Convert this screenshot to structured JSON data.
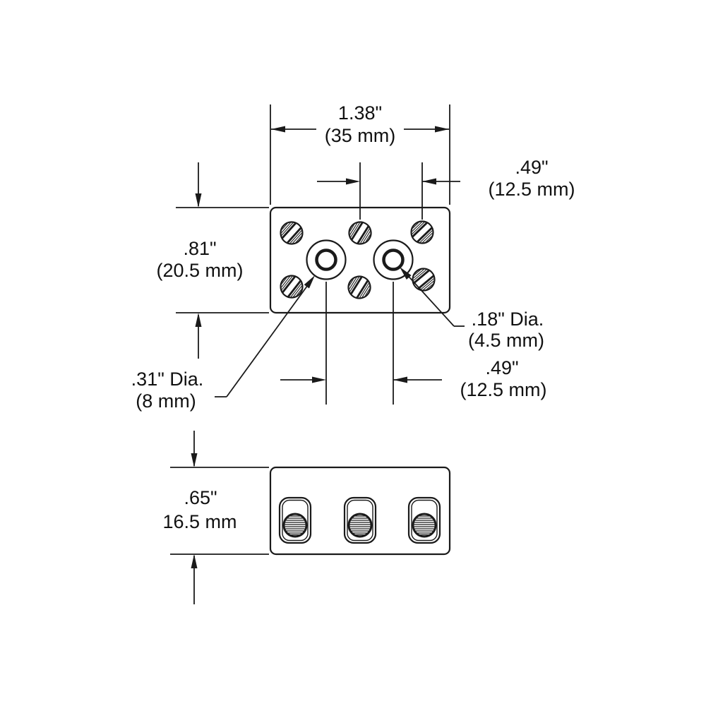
{
  "dimensions": {
    "width": {
      "inches": "1.38\"",
      "metric": "(35 mm)"
    },
    "screw_pitch_top": {
      "inches": ".49\"",
      "metric": "(12.5 mm)"
    },
    "height_top_view": {
      "inches": ".81\"",
      "metric": "(20.5 mm)"
    },
    "small_hole_dia": {
      "inches": ".18\" Dia.",
      "metric": "(4.5 mm)"
    },
    "large_hole_dia": {
      "inches": ".31\" Dia.",
      "metric": "(8 mm)"
    },
    "hole_pitch": {
      "inches": ".49\"",
      "metric": "(12.5 mm)"
    },
    "height_front_view": {
      "inches": ".65\"",
      "metric": "16.5 mm"
    }
  }
}
